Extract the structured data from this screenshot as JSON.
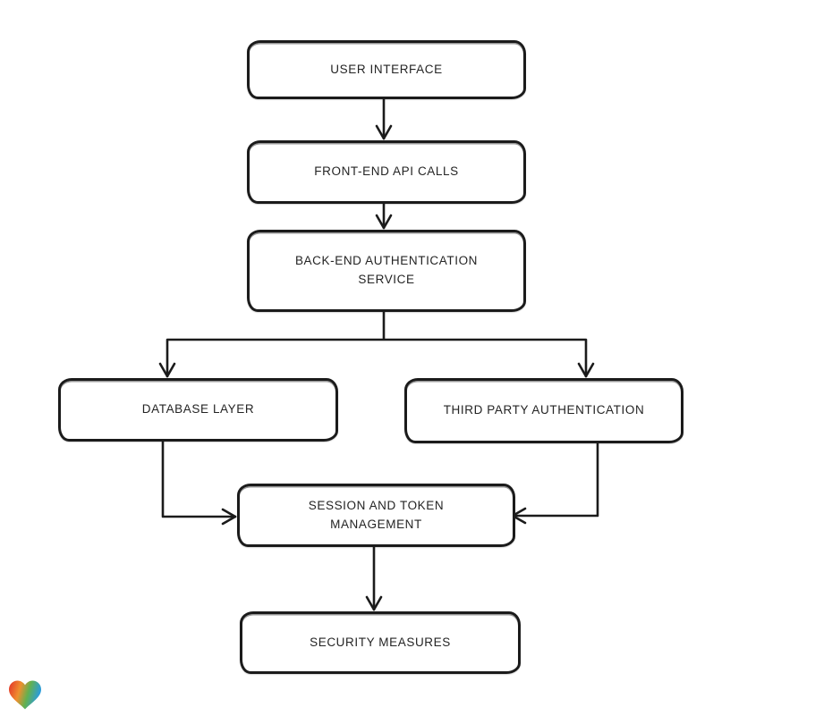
{
  "diagram": {
    "nodes": [
      {
        "id": "user-interface",
        "label": "USER INTERFACE"
      },
      {
        "id": "front-end-api-calls",
        "label": "FRONT-END API CALLS"
      },
      {
        "id": "back-end-authentication-service",
        "label": [
          "BACK-END AUTHENTICATION",
          "SERVICE"
        ]
      },
      {
        "id": "database-layer",
        "label": "DATABASE LAYER"
      },
      {
        "id": "third-party-authentication",
        "label": "THIRD PARTY AUTHENTICATION"
      },
      {
        "id": "session-and-token-management",
        "label": [
          "SESSION AND TOKEN",
          "MANAGEMENT"
        ]
      },
      {
        "id": "security-measures",
        "label": "SECURITY MEASURES"
      }
    ],
    "edges": [
      {
        "from": "user-interface",
        "to": "front-end-api-calls"
      },
      {
        "from": "front-end-api-calls",
        "to": "back-end-authentication-service"
      },
      {
        "from": "back-end-authentication-service",
        "to": "database-layer"
      },
      {
        "from": "back-end-authentication-service",
        "to": "third-party-authentication"
      },
      {
        "from": "database-layer",
        "to": "session-and-token-management"
      },
      {
        "from": "third-party-authentication",
        "to": "session-and-token-management"
      },
      {
        "from": "session-and-token-management",
        "to": "security-measures"
      }
    ],
    "style": {
      "stroke_color": "#1b1b1b",
      "node_fill": "#ffffff",
      "background": "#ffffff",
      "text_color": "#242424",
      "arrowhead": "v-shape"
    },
    "logo": {
      "icon": "heart-gradient-logo",
      "colors": [
        "#e3302a",
        "#ef8f2e",
        "#62b14f",
        "#2c9cda"
      ]
    }
  }
}
